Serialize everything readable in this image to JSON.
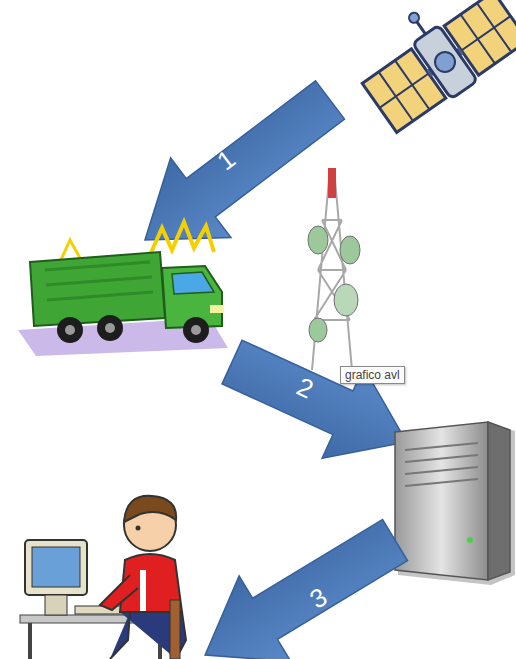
{
  "diagram": {
    "nodes": [
      {
        "text": [
          "grafico avl"
        ]
      }
    ],
    "labels": [
      "1",
      "2",
      "3"
    ]
  }
}
